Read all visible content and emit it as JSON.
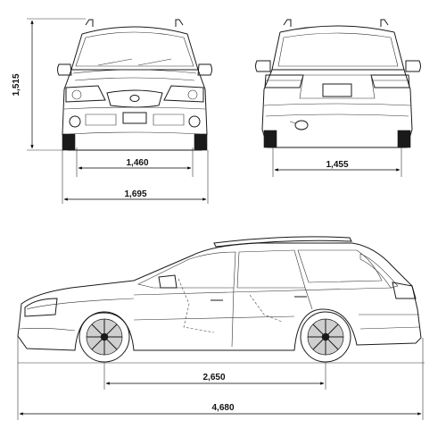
{
  "dimensions": {
    "height": "1,515",
    "front_track": "1,460",
    "rear_track": "1,455",
    "width": "1,695",
    "wheelbase": "2,650",
    "length": "4,680"
  },
  "colors": {
    "line": "#1a1a1a",
    "background": "#ffffff"
  }
}
